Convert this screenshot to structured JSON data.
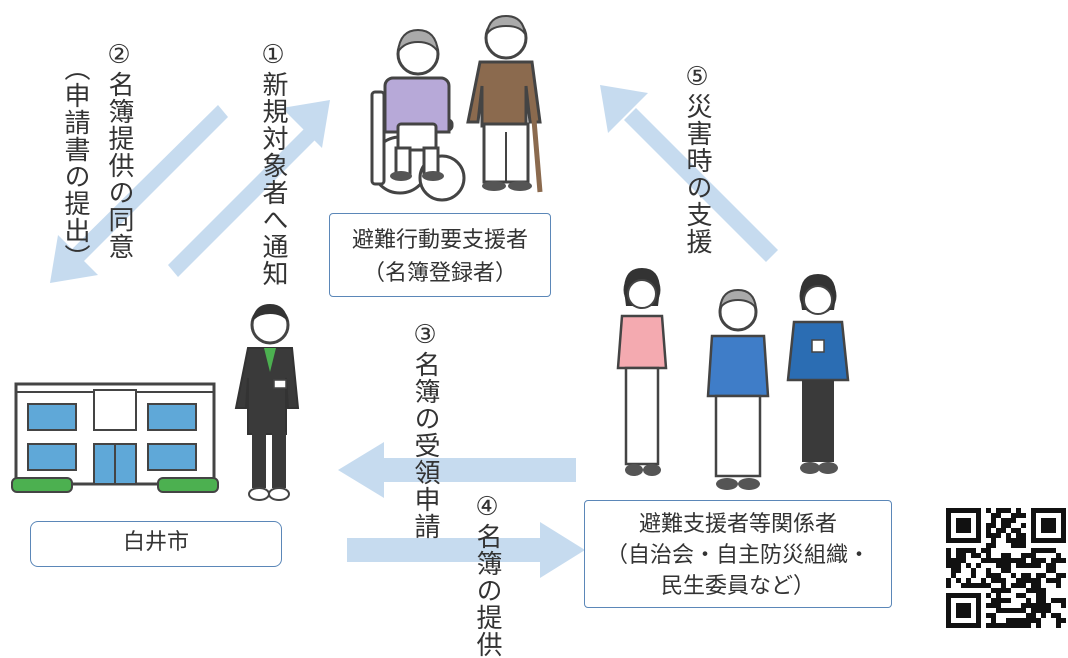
{
  "steps": {
    "step1": "①新規対象者へ通知",
    "step2a": "②名簿提供の同意",
    "step2b": "（申請書の提出）",
    "step3": "③名簿の受領申請",
    "step4": "④名簿の提供",
    "step5": "⑤災害時の支援"
  },
  "entities": {
    "supported": {
      "title": "避難行動要支援者",
      "subtitle": "（名簿登録者）"
    },
    "city": {
      "title": "白井市"
    },
    "supporters": {
      "title": "避難支援者等関係者",
      "line2": "（自治会・自主防災組織・",
      "line3": "民生委員など）"
    }
  },
  "colors": {
    "arrow": "#c6dbef",
    "box_border": "#5b87b8",
    "building_window": "#5fa8d8",
    "building_bush": "#4cb050"
  }
}
